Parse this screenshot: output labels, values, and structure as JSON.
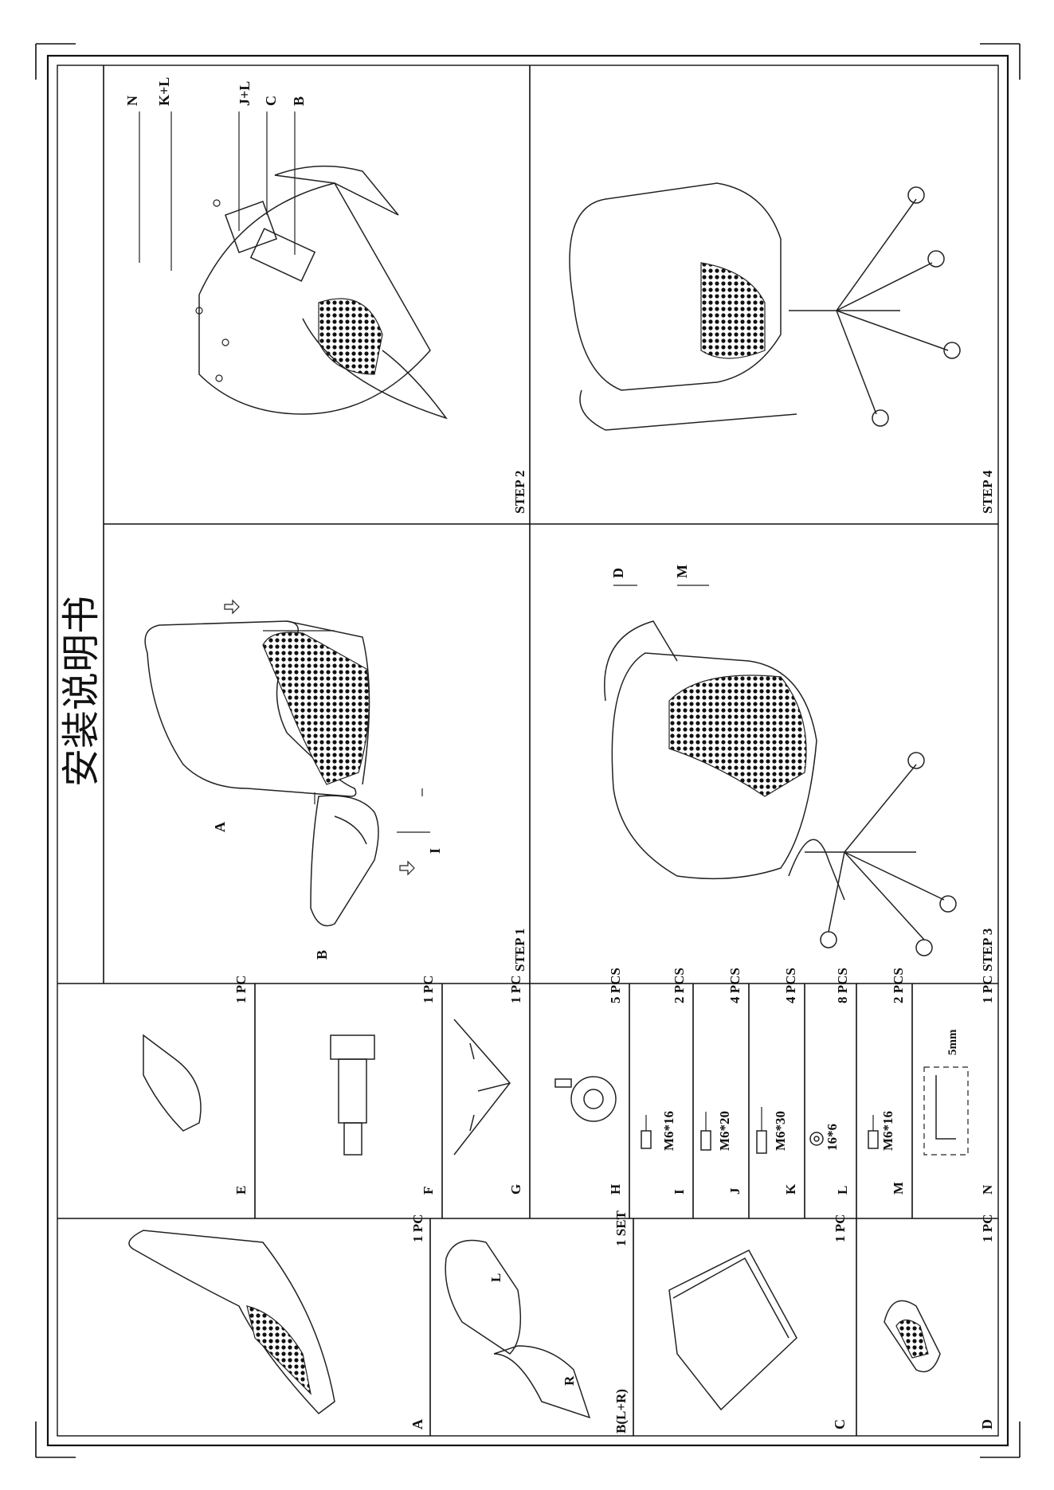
{
  "title": "安装说明书",
  "steps": [
    "STEP 1",
    "STEP 2",
    "STEP 3",
    "STEP 4"
  ],
  "step1_callouts": [
    "A",
    "B",
    "I"
  ],
  "step2_callouts": [
    "N",
    "K+L",
    "J+L",
    "C",
    "B"
  ],
  "step3_callouts": [
    "D",
    "M"
  ],
  "parts_large": [
    {
      "letter": "A",
      "qty": "1 PC"
    },
    {
      "letter": "B(L+R)",
      "qty": "1 SET",
      "sub": [
        "L",
        "R"
      ]
    },
    {
      "letter": "C",
      "qty": "1 PC"
    },
    {
      "letter": "D",
      "qty": "1 PC"
    }
  ],
  "parts_small": [
    {
      "letter": "E",
      "spec": "",
      "qty": "1 PC"
    },
    {
      "letter": "F",
      "spec": "",
      "qty": "1 PC"
    },
    {
      "letter": "G",
      "spec": "",
      "qty": "1 PC"
    },
    {
      "letter": "H",
      "spec": "",
      "qty": "5 PCS"
    },
    {
      "letter": "I",
      "spec": "M6*16",
      "qty": "2 PCS"
    },
    {
      "letter": "J",
      "spec": "M6*20",
      "qty": "4 PCS"
    },
    {
      "letter": "K",
      "spec": "M6*30",
      "qty": "4 PCS"
    },
    {
      "letter": "L",
      "spec": "16*6",
      "qty": "8 PCS"
    },
    {
      "letter": "M",
      "spec": "M6*16",
      "qty": "2 PCS"
    },
    {
      "letter": "N",
      "spec": "5mm",
      "qty": "1 PC"
    }
  ]
}
